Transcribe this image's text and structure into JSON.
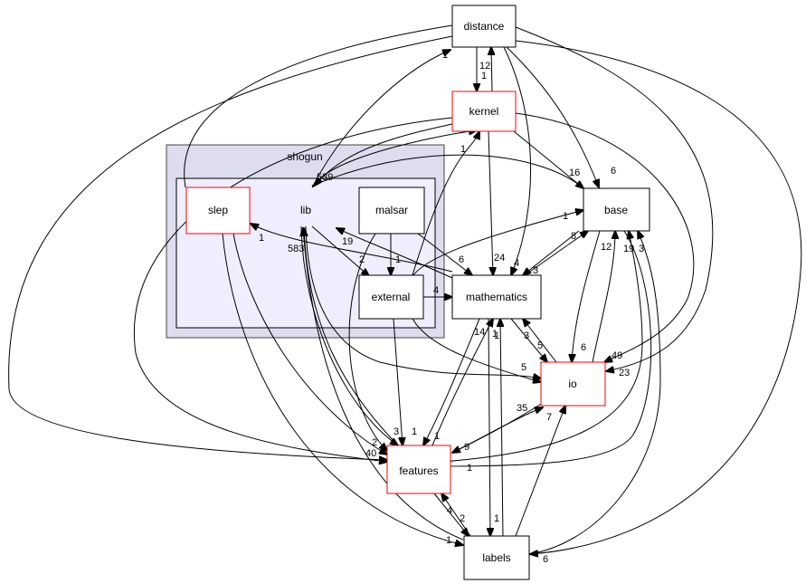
{
  "graph": {
    "cluster_outer": {
      "label": "shogun"
    },
    "nodes": {
      "distance": "distance",
      "kernel": "kernel",
      "base": "base",
      "slep": "slep",
      "lib": "lib",
      "malsar": "malsar",
      "external": "external",
      "mathematics": "mathematics",
      "io": "io",
      "features": "features",
      "labels": "labels"
    },
    "edge_labels": {
      "distance_lib": "1",
      "kernel_distance": "12",
      "distance_kernel": "1",
      "lib_cluster": "539",
      "lib_kernel": "1",
      "base_kernel": "16",
      "distance_base": "6",
      "lib_base": "1",
      "math_base": "8",
      "base_math": "3",
      "slep_lib": "1",
      "lib_malsar": "583",
      "math_lib": "19",
      "external_malsar": "1",
      "external_lib": "2",
      "malsar_math": "6",
      "kernel_math": "24",
      "distance_math": "4",
      "external_math": "4",
      "io_math": "3",
      "math_io": "5",
      "io_base": "12",
      "base_io": "6",
      "distance_io": "49",
      "kernel_io": "23",
      "lib_io": "5",
      "features_io": "35",
      "io_features": "9",
      "features_base": "19",
      "base_features": "3",
      "math_features": "14",
      "features_math": "1",
      "lib_features": "1",
      "external_features": "3",
      "slep_features": "2",
      "distance_features": "40",
      "labels_features": "4",
      "features_labels": "2",
      "labels_math": "1",
      "math_labels": "1",
      "labels_io": "7",
      "labels_base": "6",
      "lib_labels": "1",
      "features_lib": "1",
      "io_features_b": "1"
    }
  },
  "colors": {
    "outer_cluster_fill": "#ddddee",
    "outer_cluster_stroke": "#444444",
    "inner_cluster_fill": "#eeeeff",
    "red_node_stroke": "#ff0000",
    "black_node_stroke": "#000000",
    "edge": "#000000"
  }
}
